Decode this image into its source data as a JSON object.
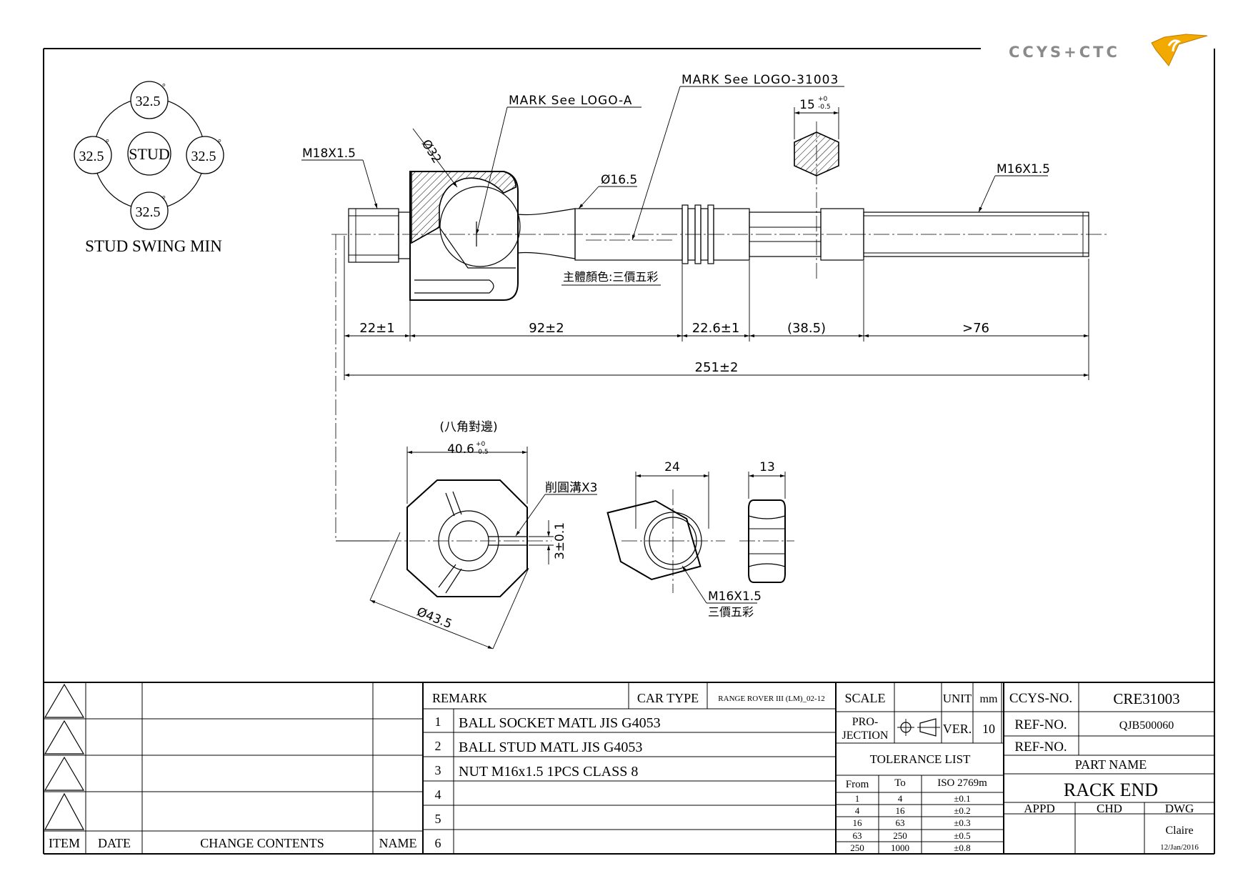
{
  "logo": {
    "text": "CCYS+CTC",
    "accent": "#f2a900",
    "gray": "#8a8a8a"
  },
  "swing": {
    "stud": "STUD",
    "angle_top": "32.5",
    "angle_left": "32.5",
    "angle_right": "32.5",
    "angle_bottom": "32.5",
    "degree": "°",
    "caption": "STUD SWING MIN"
  },
  "callouts": {
    "mark_logo_a": "MARK See LOGO-A",
    "mark_logo_part": "MARK See LOGO-31003",
    "hex_width": "15",
    "hex_tol_plus": "+0",
    "hex_tol_minus": "-0.5",
    "thread_left": "M18X1.5",
    "ball_dia": "Ø32",
    "shaft_dia": "Ø16.5",
    "thread_right": "M16X1.5",
    "color_note": "主體顏色:三價五彩"
  },
  "dimensions": {
    "d1": "22±1",
    "d2": "92±2",
    "d3": "22.6±1",
    "d4": "(38.5)",
    "d5": ">76",
    "overall": "251±2"
  },
  "socket_view": {
    "octagon_note": "(八角對邊)",
    "across_flats": "40.6",
    "af_tol_plus": "+0",
    "af_tol_minus": "-0.5",
    "groove_note": "削圓溝X3",
    "groove_width": "3±0.1",
    "outer_dia": "Ø43.5"
  },
  "nut_view": {
    "width": "24",
    "thickness": "13",
    "thread": "M16X1.5",
    "finish": "三價五彩"
  },
  "revision_table": {
    "headers": {
      "item": "ITEM",
      "date": "DATE",
      "contents": "CHANGE CONTENTS",
      "name": "NAME"
    }
  },
  "remarks": {
    "header": "REMARK",
    "car_type_label": "CAR TYPE",
    "car_type": "RANGE ROVER III (LM)_02-12",
    "rows": [
      {
        "no": "1",
        "text": "BALL SOCKET MATL JIS G4053"
      },
      {
        "no": "2",
        "text": "BALL STUD MATL JIS G4053"
      },
      {
        "no": "3",
        "text": "NUT M16x1.5 1PCS CLASS 8"
      },
      {
        "no": "4",
        "text": ""
      },
      {
        "no": "5",
        "text": ""
      },
      {
        "no": "6",
        "text": ""
      }
    ]
  },
  "spec": {
    "scale_label": "SCALE",
    "scale_value": "",
    "unit_label": "UNIT",
    "unit_value": "mm",
    "projection_label_1": "PRO-",
    "projection_label_2": "JECTION",
    "ver_label": "VER.",
    "ver_value": "10"
  },
  "tolerance": {
    "title": "TOLERANCE LIST",
    "headers": {
      "from": "From",
      "to": "To",
      "std": "ISO 2769m"
    },
    "rows": [
      {
        "from": "1",
        "to": "4",
        "tol": "±0.1"
      },
      {
        "from": "4",
        "to": "16",
        "tol": "±0.2"
      },
      {
        "from": "16",
        "to": "63",
        "tol": "±0.3"
      },
      {
        "from": "63",
        "to": "250",
        "tol": "±0.5"
      },
      {
        "from": "250",
        "to": "1000",
        "tol": "±0.8"
      }
    ]
  },
  "title_block": {
    "ccys_label": "CCYS-NO.",
    "ccys_value": "CRE31003",
    "ref1_label": "REF-NO.",
    "ref1_value": "QJB500060",
    "ref2_label": "REF-NO.",
    "ref2_value": "",
    "part_name_label": "PART NAME",
    "part_name": "RACK END",
    "appd_label": "APPD",
    "chd_label": "CHD",
    "dwg_label": "DWG",
    "dwg_name": "Claire",
    "dwg_date": "12/Jan/2016"
  }
}
